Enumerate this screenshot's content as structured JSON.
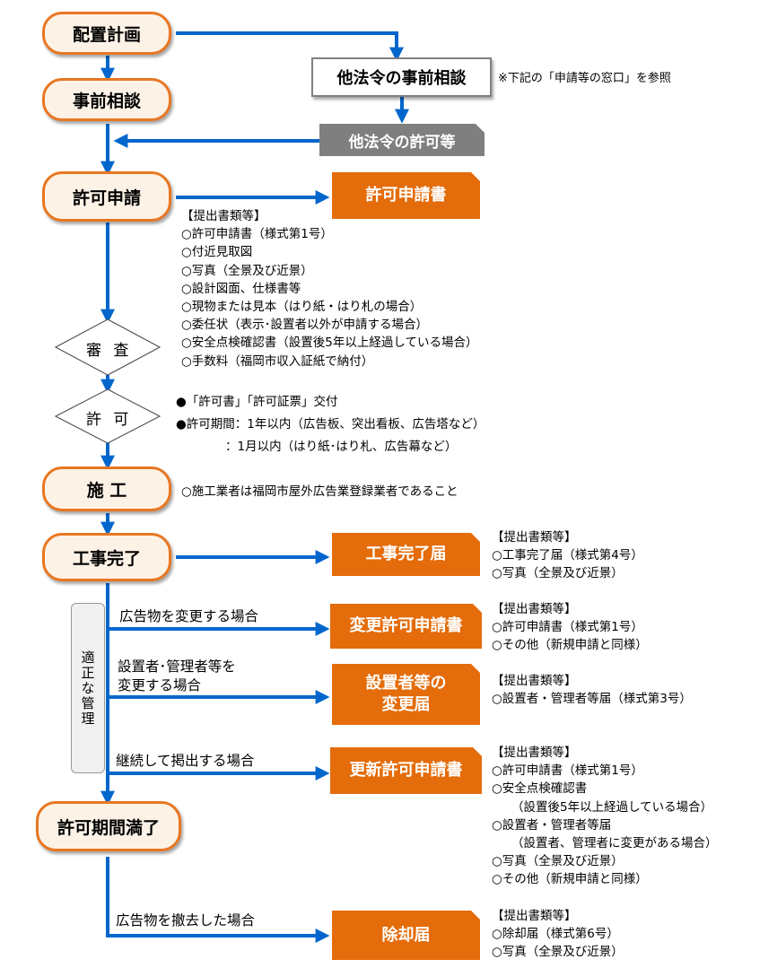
{
  "steps": {
    "haichi": "配置計画",
    "jizen": "事前相談",
    "kyoka_shinsei": "許可申請",
    "shinsa": "審 査",
    "kyoka": "許 可",
    "seko": "施 工",
    "koji_kanryo": "工事完了",
    "kikan_manryo": "許可期間満了"
  },
  "other_law": {
    "consult": "他法令の事前相談",
    "note": "※下記の「申請等の窓口」を参照",
    "permit": "他法令の許可等"
  },
  "forms": {
    "kyoka_shinseisho": "許可申請書",
    "koji_kanryo_todoke": "工事完了届",
    "henko_kyoka": "変更許可申請書",
    "setchisha_henko_1": "設置者等の",
    "setchisha_henko_2": "変更届",
    "koshin_kyoka": "更新許可申請書",
    "jokyaku": "除却届"
  },
  "application_docs": [
    "【提出書類等】",
    "○許可申請書（様式第1号）",
    "○付近見取図",
    "○写真（全景及び近景）",
    "○設計図面、仕様書等",
    "○現物または見本（はり紙・はり札の場合）",
    "○委任状（表示･設置者以外が申請する場合）",
    "○安全点検確認書（設置後5年以上経過している場合）",
    "○手数料（福岡市収入証紙で納付）"
  ],
  "permit_info": [
    "●「許可書」「許可証票」交付",
    "●許可期間：1年以内（広告板、突出看板、広告塔など）",
    "：1月以内（はり紙･はり札、広告幕など）"
  ],
  "construction_note": "○施工業者は福岡市屋外広告業登録業者であること",
  "completion_docs": [
    "【提出書類等】",
    "○工事完了届（様式第4号）",
    "○写真（全景及び近景）"
  ],
  "change_docs": [
    "【提出書類等】",
    "○許可申請書（様式第1号）",
    "○その他（新規申請と同様）"
  ],
  "setter_change_docs": [
    "【提出書類等】",
    "○設置者・管理者等届（様式第3号）"
  ],
  "renewal_docs": [
    "【提出書類等】",
    "○許可申請書（様式第1号）",
    "○安全点検確認書",
    "（設置後5年以上経過している場合）",
    "○設置者・管理者等届",
    "（設置者、管理者に変更がある場合）",
    "○写真（全景及び近景）",
    "○その他（新規申請と同様）"
  ],
  "removal_docs": [
    "【提出書類等】",
    "○除却届（様式第6号）",
    "○写真（全景及び近景）"
  ],
  "management": {
    "label": "適正な管理",
    "case_change": "広告物を変更する場合",
    "case_setter_1": "設置者･管理者等を",
    "case_setter_2": "変更する場合",
    "case_continue": "継続して掲出する場合",
    "case_remove": "広告物を撤去した場合"
  },
  "colors": {
    "arrow": "#0066cc",
    "orange": "#e46c0a",
    "pill_border": "#e87722",
    "gray": "#7f7f7f"
  }
}
